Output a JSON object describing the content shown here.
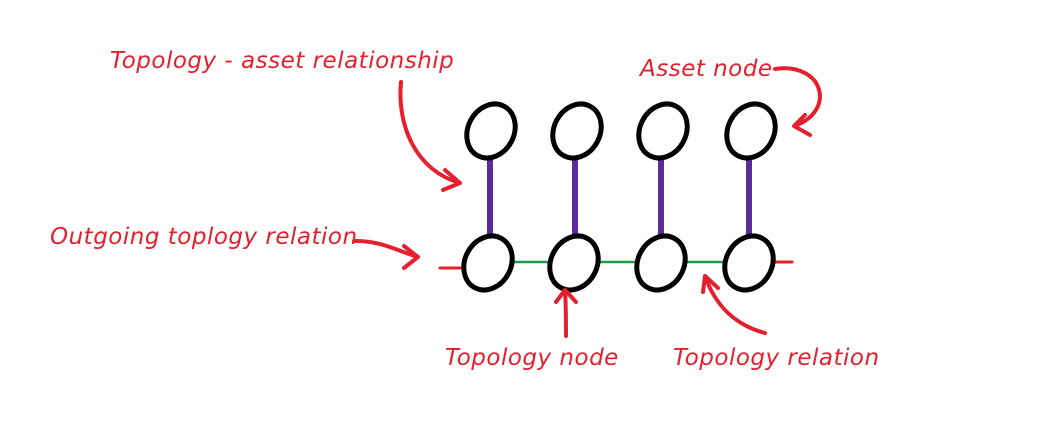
{
  "annotations": {
    "topology_asset_relationship": "Topology - asset relationship",
    "asset_node": "Asset node",
    "outgoing_topology_relation": "Outgoing toplogy relation",
    "topology_node": "Topology node",
    "topology_relation": "Topology relation"
  },
  "diagram": {
    "asset_node_count": 4,
    "topology_node_count": 4
  },
  "colors": {
    "background": "#ffffff",
    "annotation": "#e4202e",
    "node_outline": "#000000",
    "asset_relationship_line": "#5b2c9a",
    "topology_relation_line": "#1a9e4a",
    "outgoing_relation_stub": "#e4202e"
  },
  "icons": {
    "annotation_pointer": "hand-drawn-arrow-icon"
  }
}
